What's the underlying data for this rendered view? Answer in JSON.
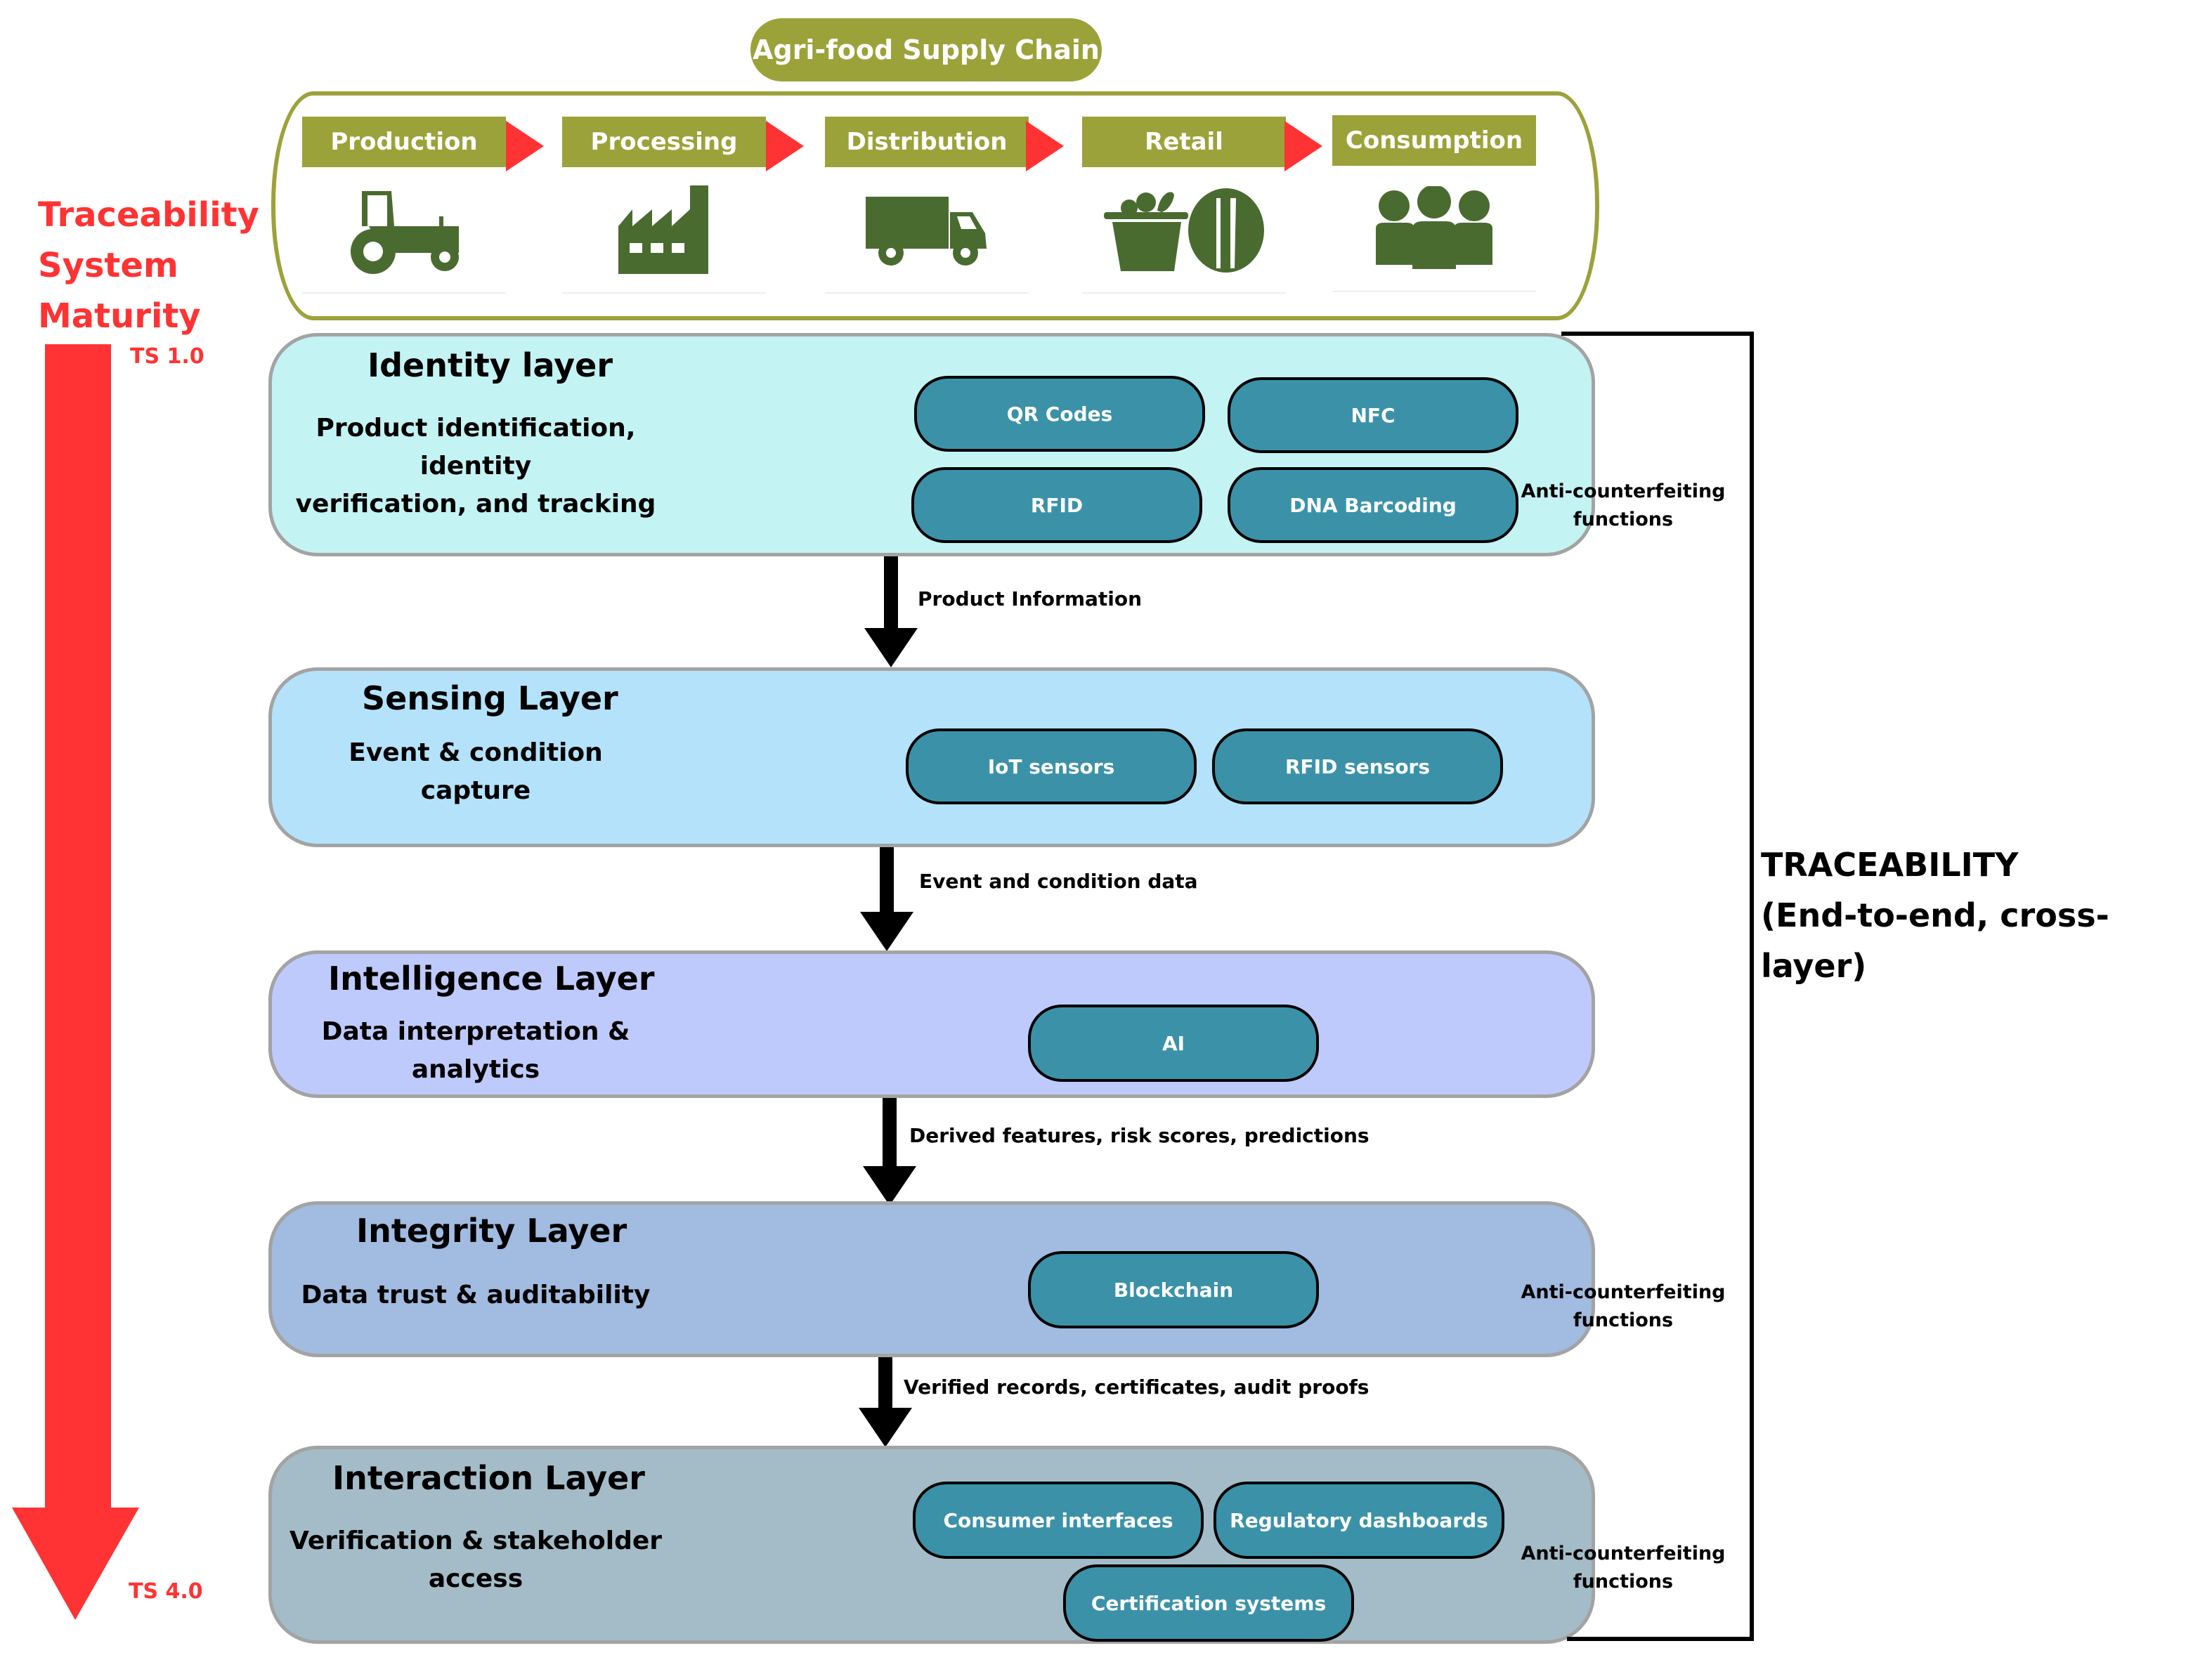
{
  "supply_chain": {
    "title": "Agri-food Supply Chain",
    "stages": [
      {
        "label": "Production",
        "icon": "tractor-icon"
      },
      {
        "label": "Processing",
        "icon": "factory-icon"
      },
      {
        "label": "Distribution",
        "icon": "truck-icon"
      },
      {
        "label": "Retail",
        "icon": "grocery-basket-plate-icon"
      },
      {
        "label": "Consumption",
        "icon": "people-group-icon"
      }
    ]
  },
  "maturity": {
    "title_lines": [
      "Traceability",
      "System",
      "Maturity"
    ],
    "start_label": "TS 1.0",
    "end_label": "TS 4.0"
  },
  "layers": [
    {
      "title": "Identity layer",
      "desc_lines": [
        "Product identification, identity",
        "verification, and tracking"
      ],
      "techs": [
        "QR Codes",
        "NFC",
        "RFID",
        "DNA Barcoding"
      ],
      "anti_counterfeiting": [
        "Anti-counterfeiting",
        "functions"
      ]
    },
    {
      "title": "Sensing Layer",
      "desc_lines": [
        "Event & condition",
        "capture"
      ],
      "techs": [
        "IoT sensors",
        "RFID sensors"
      ]
    },
    {
      "title": "Intelligence Layer",
      "desc_lines": [
        "Data interpretation &",
        "analytics"
      ],
      "techs": [
        "AI"
      ]
    },
    {
      "title": "Integrity Layer",
      "desc_lines": [
        "Data trust & auditability"
      ],
      "techs": [
        "Blockchain"
      ],
      "anti_counterfeiting": [
        "Anti-counterfeiting",
        "functions"
      ]
    },
    {
      "title": "Interaction Layer",
      "desc_lines": [
        "Verification & stakeholder",
        "access"
      ],
      "techs": [
        "Consumer interfaces",
        "Regulatory dashboards",
        "Certification systems"
      ],
      "anti_counterfeiting": [
        "Anti-counterfeiting",
        "functions"
      ]
    }
  ],
  "flows": [
    "Product Information",
    "Event and condition data",
    "Derived features, risk scores, predictions",
    "Verified records, certificates, audit proofs"
  ],
  "traceability": {
    "title_lines": [
      "TRACEABILITY",
      "(End-to-end, cross-layer)"
    ]
  },
  "colors": {
    "olive": "#9ca23a",
    "icon_green": "#4a6b30",
    "maturity_red": "#ff3333",
    "tech_teal": "#3b92a8",
    "identity_bg": "#c4f3f4",
    "sensing_bg": "#b4e2fb",
    "intelligence_bg": "#bfcafc",
    "integrity_bg": "#a1bbe1",
    "interaction_bg": "#a4bcc8"
  }
}
